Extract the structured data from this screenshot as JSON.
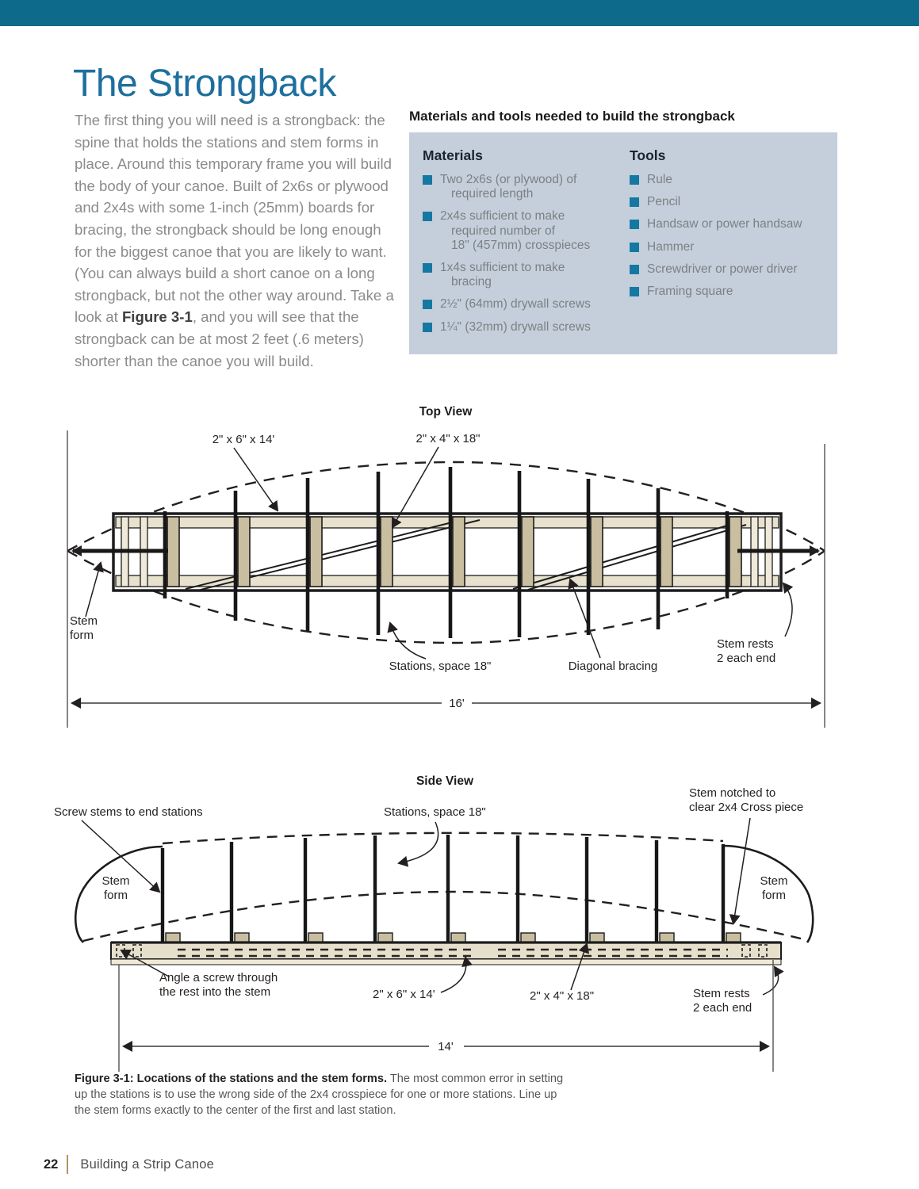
{
  "page": {
    "title": "The Strongback",
    "intro": {
      "p1": "The first thing you will need is a strongback: the spine that holds the stations and stem forms in place. Around this temporary frame you will build the body of your canoe. Built of 2x6s or plywood and 2x4s with some 1-inch (25mm) boards for bracing, the strongback should be long enough for the biggest canoe that you are likely to want. (You can always build a short canoe on a long strongback, but not the other way around. Take a look at ",
      "bold": "Figure 3-1",
      "p2": ", and you will see that the strongback can be at most 2 feet (.6 meters) shorter than the canoe you will build."
    }
  },
  "box": {
    "header": "Materials and tools needed to build the strongback",
    "materials": {
      "title": "Materials",
      "items": [
        "Two 2x6s (or plywood) of\nrequired length",
        "2x4s sufficient to make\nrequired number of\n18\" (457mm) crosspieces",
        "1x4s sufficient to make\nbracing",
        "2½\" (64mm) drywall screws",
        "1¼\" (32mm) drywall screws"
      ]
    },
    "tools": {
      "title": "Tools",
      "items": [
        "Rule",
        "Pencil",
        "Handsaw or power handsaw",
        "Hammer",
        "Screwdriver or power driver",
        "Framing square"
      ]
    }
  },
  "top_view": {
    "title": "Top View",
    "board_label": "2\" x 6\" x 14'",
    "cross_label": "2\" x 4\" x 18\"",
    "stem_form_l1": "Stem",
    "stem_form_l2": "form",
    "stations_label": "Stations, space 18\"",
    "diagonal_label": "Diagonal bracing",
    "stem_rests_l1": "Stem rests",
    "stem_rests_l2": "2 each end",
    "dimension": "16'"
  },
  "side_view": {
    "title": "Side View",
    "screw_stems": "Screw stems to end stations",
    "stations_label": "Stations, space 18\"",
    "notched_l1": "Stem notched to",
    "notched_l2": "clear 2x4 Cross piece",
    "stem_form_l1": "Stem",
    "stem_form_l2": "form",
    "angle_l1": "Angle a screw through",
    "angle_l2": "the rest into the stem",
    "board_label": "2\" x 6\" x 14'",
    "cross_label": "2\" x  4\" x 18\"",
    "stem_rests_l1": "Stem rests",
    "stem_rests_l2": "2 each end",
    "dimension": "14'"
  },
  "caption": {
    "bold": "Figure 3-1: Locations of the stations and the stem forms.",
    "text": " The most common error in setting up the stations is to use the wrong side of the 2x4 crosspiece for one or more stations. Line up the stem forms exactly to the center of the first and last station."
  },
  "footer": {
    "page_number": "22",
    "book_title": "Building a Strip Canoe"
  },
  "colors": {
    "header_bar": "#0d6a8b",
    "title_blue": "#1d6f9e",
    "box_bg": "#c5cfdc",
    "bullet_teal": "#1578a0",
    "wood_tan": "#c9bfa0",
    "rail_tan": "#e7e1ce"
  }
}
